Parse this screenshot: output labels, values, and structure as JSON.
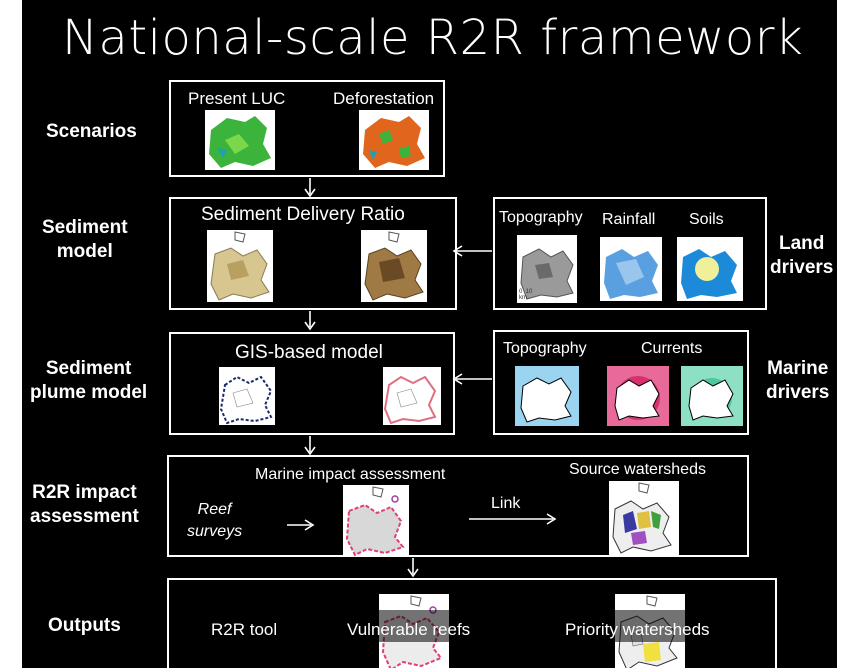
{
  "title": "National-scale R2R framework",
  "rows": {
    "scenarios": "Scenarios",
    "sediment_model": [
      "Sediment",
      "model"
    ],
    "plume_model": [
      "Sediment",
      "plume model"
    ],
    "impact": [
      "R2R impact",
      "assessment"
    ],
    "outputs": "Outputs"
  },
  "scenarios_box": {
    "left": "Present LUC",
    "right": "Deforestation"
  },
  "sdr_box": {
    "title": "Sediment Delivery Ratio"
  },
  "land_box": {
    "topo": "Topography",
    "rain": "Rainfall",
    "soils": "Soils",
    "scale": "0  10\nkm"
  },
  "land_label": [
    "Land",
    "drivers"
  ],
  "gis_box": {
    "title": "GIS-based model"
  },
  "marine_box": {
    "topo": "Topography",
    "currents": "Currents"
  },
  "marine_label": [
    "Marine",
    "drivers"
  ],
  "impact_box": {
    "title": "Marine impact assessment",
    "reef_surveys": [
      "Reef",
      "surveys"
    ],
    "link": "Link",
    "source": "Source watersheds"
  },
  "outputs_box": {
    "tool": "R2R tool",
    "reefs": "Vulnerable reefs",
    "watersheds": "Priority watersheds"
  },
  "colors": {
    "background": "#000000",
    "present_luc": "#3cb43c",
    "deforestation": "#e0661e",
    "sdr_light": "#d8c690",
    "sdr_dark": "#8a6a3a",
    "rainfall": "#5aa0e0",
    "soils": "#1c8ad8",
    "soils_core": "#f0f09a",
    "marine_topo": "#7ac6ea",
    "currents_pink": "#d8306e",
    "currents_green": "#4ec6a0",
    "reef_outline": "#e04070"
  }
}
